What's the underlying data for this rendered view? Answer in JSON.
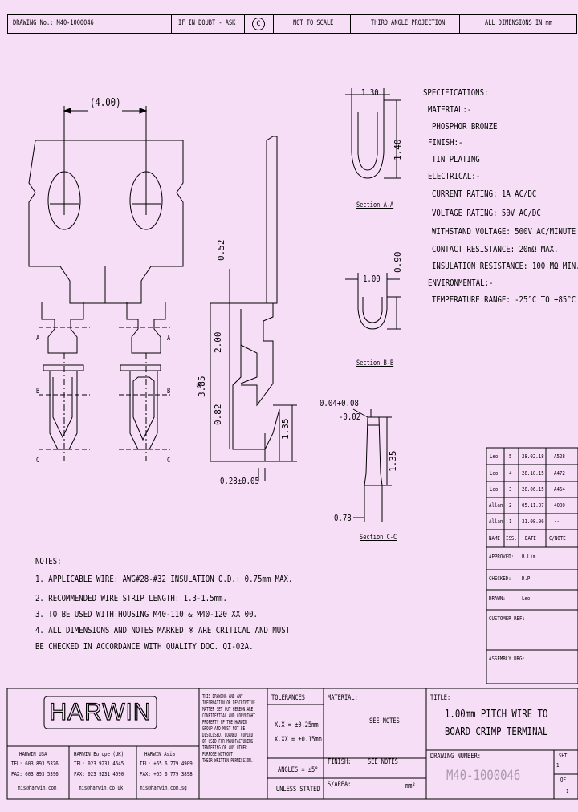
{
  "header": {
    "drawing_no": "DRAWING No.: M40-1000046",
    "if_in_doubt": "IF IN DOUBT - ASK",
    "copyright": "C",
    "scale": "NOT TO SCALE",
    "projection": "THIRD ANGLE PROJECTION",
    "dimensions": "ALL DIMENSIONS IN mm"
  },
  "drawing": {
    "pitch_dim": "(4.00)",
    "label_a": "A",
    "label_b": "B",
    "label_c": "C",
    "dim_052": "0.52",
    "dim_200": "2.00",
    "dim_385": "3.85",
    "dim_082": "0.82",
    "dim_135a": "1.35",
    "dim_028": "0.28±0.05",
    "critical_mark": "※",
    "dim_130": "1.30",
    "dim_140": "1.40",
    "section_a": "Section A-A",
    "dim_100": "1.00",
    "dim_090": "0.90",
    "section_b": "Section B-B",
    "dim_tol_top": "0.04+0.08",
    "dim_tol_bot": "-0.02",
    "dim_135b": "1.35",
    "dim_078": "0.78",
    "section_c": "Section C-C"
  },
  "specifications": {
    "title": "SPECIFICATIONS:",
    "lines": [
      "MATERIAL:-",
      "PHOSPHOR BRONZE",
      "FINISH:-",
      "TIN PLATING",
      "ELECTRICAL:-",
      "CURRENT RATING: 1A AC/DC",
      "VOLTAGE RATING: 50V AC/DC",
      "WITHSTAND VOLTAGE: 500V AC/MINUTE",
      "CONTACT RESISTANCE: 20mΩ MAX.",
      "INSULATION RESISTANCE: 100 MΩ MIN.",
      "ENVIRONMENTAL:-",
      "TEMPERATURE RANGE: -25°C TO +85°C"
    ]
  },
  "notes": {
    "title": "NOTES:",
    "lines": [
      "1. APPLICABLE WIRE: AWG#28-#32 INSULATION O.D.: 0.75mm MAX.",
      "2. RECOMMENDED WIRE STRIP LENGTH: 1.3-1.5mm.",
      "3. TO BE USED WITH HOUSING M40-110 & M40-120 XX 00.",
      "4. ALL DIMENSIONS AND NOTES MARKED ※ ARE CRITICAL AND MUST",
      "BE CHECKED IN ACCORDANCE WITH QUALITY DOC. QI-02A."
    ]
  },
  "revisions": {
    "rows": [
      {
        "name": "Leo",
        "iss": "5",
        "date": "28.02.18",
        "cn": "A528"
      },
      {
        "name": "Leo",
        "iss": "4",
        "date": "28.10.15",
        "cn": "A472"
      },
      {
        "name": "Leo",
        "iss": "3",
        "date": "28.06.15",
        "cn": "A464"
      },
      {
        "name": "Allan",
        "iss": "2",
        "date": "05.11.07",
        "cn": "4080"
      },
      {
        "name": "Allan",
        "iss": "1",
        "date": "31.08.06",
        "cn": "--"
      }
    ],
    "headers": {
      "name": "NAME",
      "iss": "ISS.",
      "date": "DATE",
      "cn": "C/NOTE"
    }
  },
  "approvals": {
    "approved_label": "APPROVED:",
    "approved_value": "B.Lim",
    "checked_label": "CHECKED:",
    "checked_value": "D.P",
    "drawn_label": "DRAWN:",
    "drawn_value": "Leo",
    "customer_ref": "CUSTOMER REF:",
    "assembly_drg": "ASSEMBLY DRG:"
  },
  "title_block": {
    "logo": "HARWIN",
    "offices": [
      {
        "name": "HARWIN USA",
        "tel": "TEL: 603 893 5376",
        "fax": "FAX: 603 893 5396",
        "email": "mis@harwin.com"
      },
      {
        "name": "HARWIN Europe (UK)",
        "tel": "TEL: 023 9231 4545",
        "fax": "FAX: 023 9231 4590",
        "email": "mis@harwin.co.uk"
      },
      {
        "name": "HARWIN Asia",
        "tel": "TEL: +65 6 779 4909",
        "fax": "FAX: +65 6 779 3898",
        "email": "mis@harwin.com.sg"
      }
    ],
    "confidential": [
      "THIS DRAWING AND ANY",
      "INFORMATION OR DESCRIPTIVE",
      "MATTER SET OUT HEREON ARE",
      "CONFIDENTIAL AND COPYRIGHT",
      "PROPERTY OF THE HARWIN",
      "GROUP AND MUST NOT BE",
      "DISCLOSED, LOANED, COPIED",
      "OR USED FOR MANUFACTURING,",
      "TENDERING OR ANY OTHER",
      "PURPOSE WITHOUT",
      "THEIR WRITTEN PERMISSION."
    ],
    "tolerances_title": "TOLERANCES",
    "tol_xx": "X.X = ±0.25mm",
    "tol_xxx": "X.XX = ±0.15mm",
    "angles": "ANGLES = ±5°",
    "unless": "UNLESS STATED",
    "material_label": "MATERIAL:",
    "material_value": "SEE NOTES",
    "finish_label": "FINISH:",
    "finish_value": "SEE NOTES",
    "sarea_label": "S/AREA:",
    "sarea_unit": "mm²",
    "title_label": "TITLE:",
    "title_line1": "1.00mm PITCH WIRE TO",
    "title_line2": "BOARD CRIMP TERMINAL",
    "drawing_number_label": "DRAWING NUMBER:",
    "drawing_number": "M40-1000046",
    "sht_label": "SHT",
    "sht_num": "1",
    "of_label": "OF",
    "of_num": "1"
  }
}
